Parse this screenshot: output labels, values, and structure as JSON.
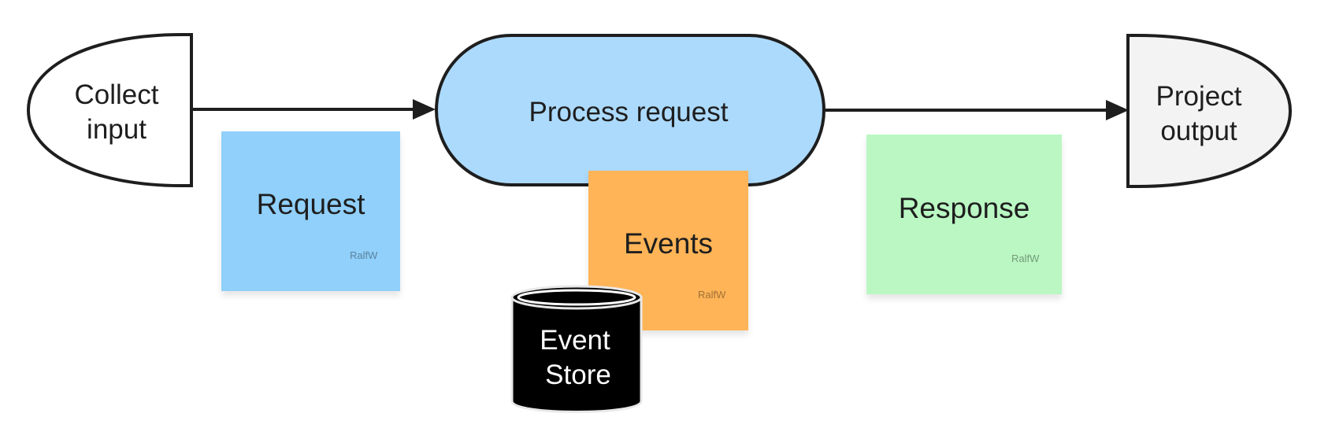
{
  "shapes": {
    "collect_input": {
      "line1": "Collect",
      "line2": "input"
    },
    "process_request": {
      "label": "Process request"
    },
    "project_output": {
      "line1": "Project",
      "line2": "output"
    },
    "event_store": {
      "line1": "Event",
      "line2": "Store"
    }
  },
  "stickies": {
    "request": {
      "label": "Request",
      "author": "RalfW",
      "color": "#90d0fb"
    },
    "events": {
      "label": "Events",
      "author": "RalfW",
      "color": "#ffb457"
    },
    "response": {
      "label": "Response",
      "author": "RalfW",
      "color": "#baf7c3"
    }
  },
  "colors": {
    "process_fill": "#acdafc",
    "output_fill": "#f3f3f3",
    "input_fill": "#ffffff",
    "store_fill": "#000000",
    "stroke": "#1e1e1e"
  }
}
